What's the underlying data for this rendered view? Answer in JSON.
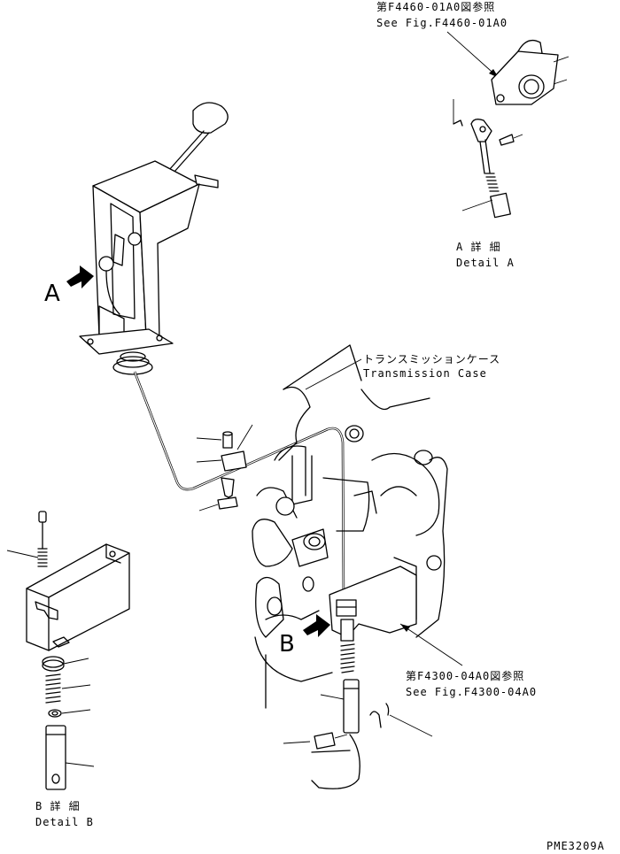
{
  "refs": {
    "top_jp": "第F4460-01A0図参照",
    "top_en": "See Fig.F4460-01A0",
    "mid_jp": "第F4300-04A0図参照",
    "mid_en": "See Fig.F4300-04A0"
  },
  "labels": {
    "transmission_jp": "トランスミッションケース",
    "transmission_en": "Transmission Case",
    "marker_a": "A",
    "marker_b": "B"
  },
  "details": {
    "a_jp": "A 詳 細",
    "a_en": "Detail A",
    "b_jp": "B 詳 細",
    "b_en": "Detail B"
  },
  "drawing_number": "PME3209A"
}
